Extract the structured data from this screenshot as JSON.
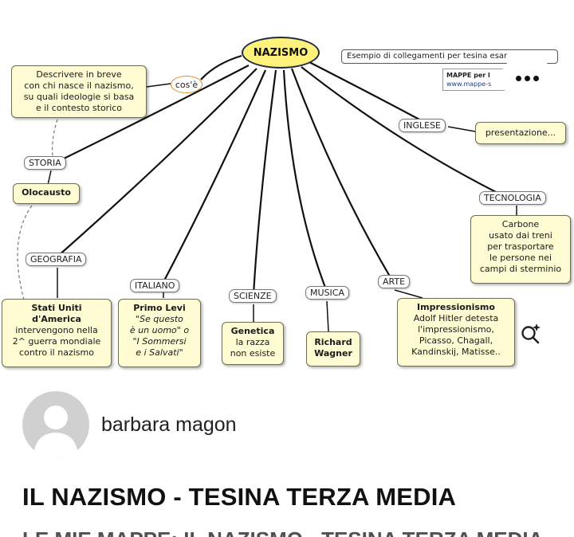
{
  "map": {
    "central": "NAZISMO",
    "cose_label": "cos'è",
    "describe_box": [
      "Descrivere in breve",
      "con chi nasce il nazismo,",
      "su quali ideologie si basa",
      "e il contesto storico"
    ],
    "example_label": "Esempio di collegamenti per tesina esar",
    "mappe_title": "MAPPE per l",
    "mappe_url": "www.mappe-s",
    "storia": {
      "tag": "STORIA",
      "box_title": "Olocausto"
    },
    "geografia": {
      "tag": "GEOGRAFIA",
      "box_title": "Stati Uniti d'America",
      "box_text": [
        "intervengono nella",
        "2^ guerra mondiale",
        "contro il nazismo"
      ]
    },
    "italiano": {
      "tag": "ITALIANO",
      "box_title": "Primo Levi",
      "box_text": [
        "\"Se questo",
        "è un uomo\" o",
        "\"I Sommersi",
        "e i Salvati\""
      ]
    },
    "scienze": {
      "tag": "SCIENZE",
      "box_title": "Genetica",
      "box_text": [
        "la razza",
        "non esiste"
      ]
    },
    "musica": {
      "tag": "MUSICA",
      "box_title": "Richard Wagner"
    },
    "arte": {
      "tag": "ARTE",
      "box_title": "Impressionismo",
      "box_text": [
        "Adolf Hitler detesta",
        "l'impressionismo,",
        "Picasso, Chagall,",
        "Kandinskij, Matisse.."
      ]
    },
    "inglese": {
      "tag": "INGLESE",
      "box_text": "presentazione..."
    },
    "tecnologia": {
      "tag": "TECNOLOGIA",
      "box_text": [
        "Carbone",
        "usato dai treni",
        "per trasportare",
        "le persone nei",
        "campi di sterminio"
      ]
    }
  },
  "author": {
    "name": "barbara magon"
  },
  "post": {
    "title": "IL NAZISMO - TESINA TERZA MEDIA",
    "subtitle": "LE MIE MAPPE: IL NAZISMO - TESINA TERZA MEDIA"
  },
  "icons": {
    "more": "more-dots-icon",
    "lens": "visual-search-icon",
    "avatar": "user-avatar-icon"
  },
  "colors": {
    "central_fill": "#fff27a",
    "box_fill": "#fffbd2",
    "cos_border": "#e08a2e"
  }
}
